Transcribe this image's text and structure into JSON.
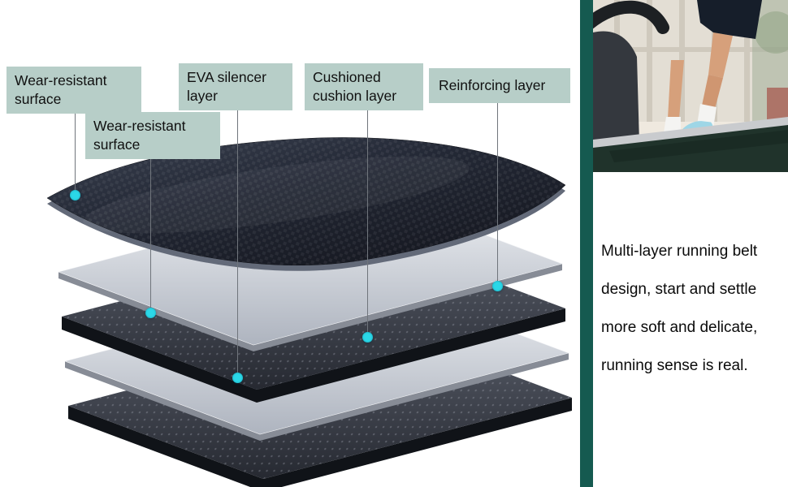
{
  "colors": {
    "accent": "#155a50",
    "label_bg": "#b7cec8",
    "marker": "#2bd8e8"
  },
  "diagram": {
    "callouts": [
      {
        "label": "Wear-resistant surface"
      },
      {
        "label": "Wear-resistant surface"
      },
      {
        "label": "EVA silencer layer"
      },
      {
        "label": "Cushioned cushion layer"
      },
      {
        "label": "Reinforcing layer"
      }
    ]
  },
  "side_panel": {
    "text_lines": [
      "Multi-layer running belt",
      "design, start and settle",
      "more soft and delicate,",
      "running sense is real."
    ]
  }
}
